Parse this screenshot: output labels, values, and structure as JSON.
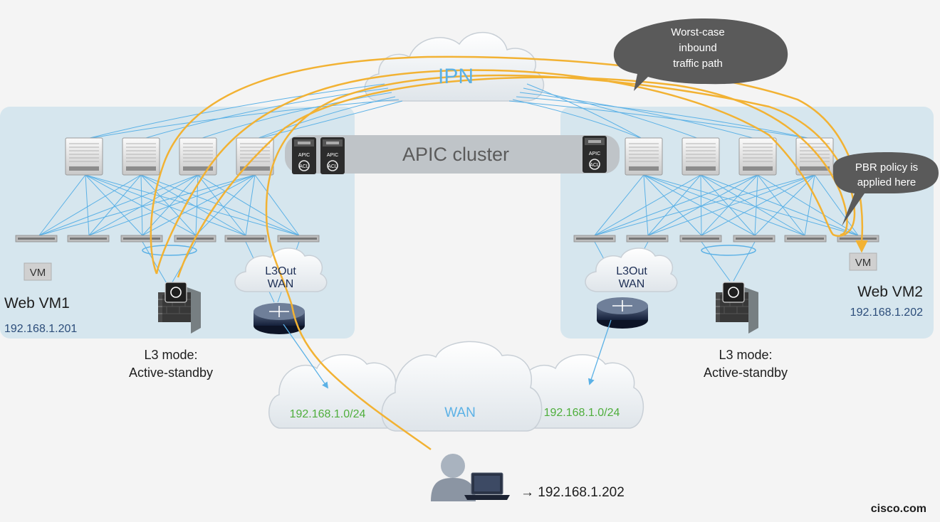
{
  "ipn_label": "IPN",
  "apic_label": "APIC cluster",
  "apic_box_text": "APIC",
  "acl_text": "ACL",
  "callout_worst_case": [
    "Worst-case",
    "inbound",
    "traffic path"
  ],
  "callout_pbr": [
    "PBR policy is",
    "applied here"
  ],
  "vm_tag": "VM",
  "site1": {
    "vm_name": "Web VM1",
    "vm_ip": "192.168.1.201",
    "mode_line1": "L3 mode:",
    "mode_line2": "Active-standby"
  },
  "site2": {
    "vm_name": "Web VM2",
    "vm_ip": "192.168.1.202",
    "mode_line1": "L3 mode:",
    "mode_line2": "Active-standby"
  },
  "l3out_line1": "L3Out",
  "l3out_line2": "WAN",
  "wan_label": "WAN",
  "subnet_left": "192.168.1.0/24",
  "subnet_right": "192.168.1.0/24",
  "client_target": "→ 192.168.1.202",
  "watermark": "cisco.com",
  "colors": {
    "background": "#f4f4f4",
    "site_panel": "#d6e6ee",
    "fabric_link": "#5bb1e6",
    "traffic_path": "#f2b233",
    "subnet_text": "#4fae3c",
    "ip_text": "#2c4d7a",
    "callout": "#5a5a5a"
  }
}
